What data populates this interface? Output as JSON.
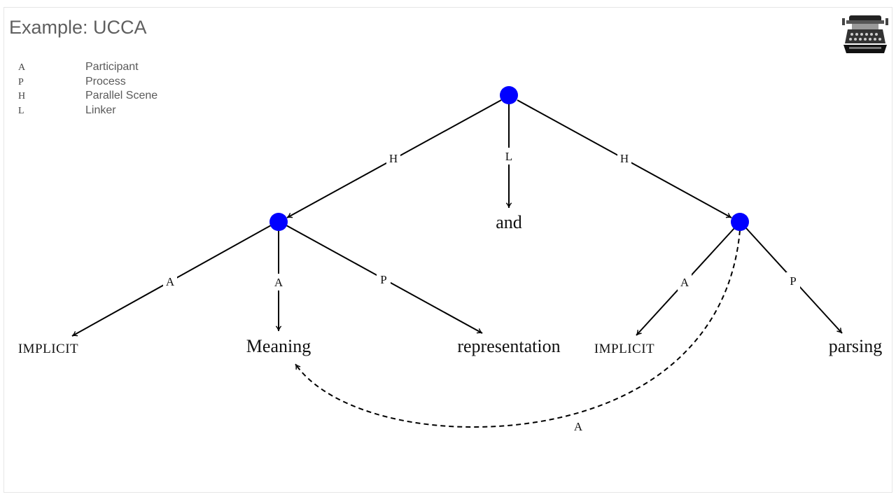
{
  "slide": {
    "title": "Example: UCCA"
  },
  "legend": [
    {
      "code": "A",
      "description": "Participant"
    },
    {
      "code": "P",
      "description": "Process"
    },
    {
      "code": "H",
      "description": "Parallel Scene"
    },
    {
      "code": "L",
      "description": "Linker"
    }
  ],
  "logo": {
    "icon": "typewriter-icon"
  },
  "colors": {
    "node": "#0000ff",
    "edge": "#000000",
    "title": "#5f5f5f"
  },
  "graph": {
    "nodes": [
      {
        "id": "root",
        "kind": "unit"
      },
      {
        "id": "scene1",
        "kind": "unit"
      },
      {
        "id": "scene2",
        "kind": "unit"
      },
      {
        "id": "and",
        "kind": "terminal",
        "text": "and"
      },
      {
        "id": "implicit1",
        "kind": "terminal",
        "text": "IMPLICIT"
      },
      {
        "id": "meaning",
        "kind": "terminal",
        "text": "Meaning"
      },
      {
        "id": "representation",
        "kind": "terminal",
        "text": "representation"
      },
      {
        "id": "implicit2",
        "kind": "terminal",
        "text": "IMPLICIT"
      },
      {
        "id": "parsing",
        "kind": "terminal",
        "text": "parsing"
      }
    ],
    "edges": [
      {
        "from": "root",
        "to": "scene1",
        "label": "H",
        "style": "solid"
      },
      {
        "from": "root",
        "to": "and",
        "label": "L",
        "style": "solid"
      },
      {
        "from": "root",
        "to": "scene2",
        "label": "H",
        "style": "solid"
      },
      {
        "from": "scene1",
        "to": "implicit1",
        "label": "A",
        "style": "solid"
      },
      {
        "from": "scene1",
        "to": "meaning",
        "label": "A",
        "style": "solid"
      },
      {
        "from": "scene1",
        "to": "representation",
        "label": "P",
        "style": "solid"
      },
      {
        "from": "scene2",
        "to": "implicit2",
        "label": "A",
        "style": "solid"
      },
      {
        "from": "scene2",
        "to": "parsing",
        "label": "P",
        "style": "solid"
      },
      {
        "from": "scene2",
        "to": "meaning",
        "label": "A",
        "style": "dashed",
        "remote": true
      }
    ]
  }
}
